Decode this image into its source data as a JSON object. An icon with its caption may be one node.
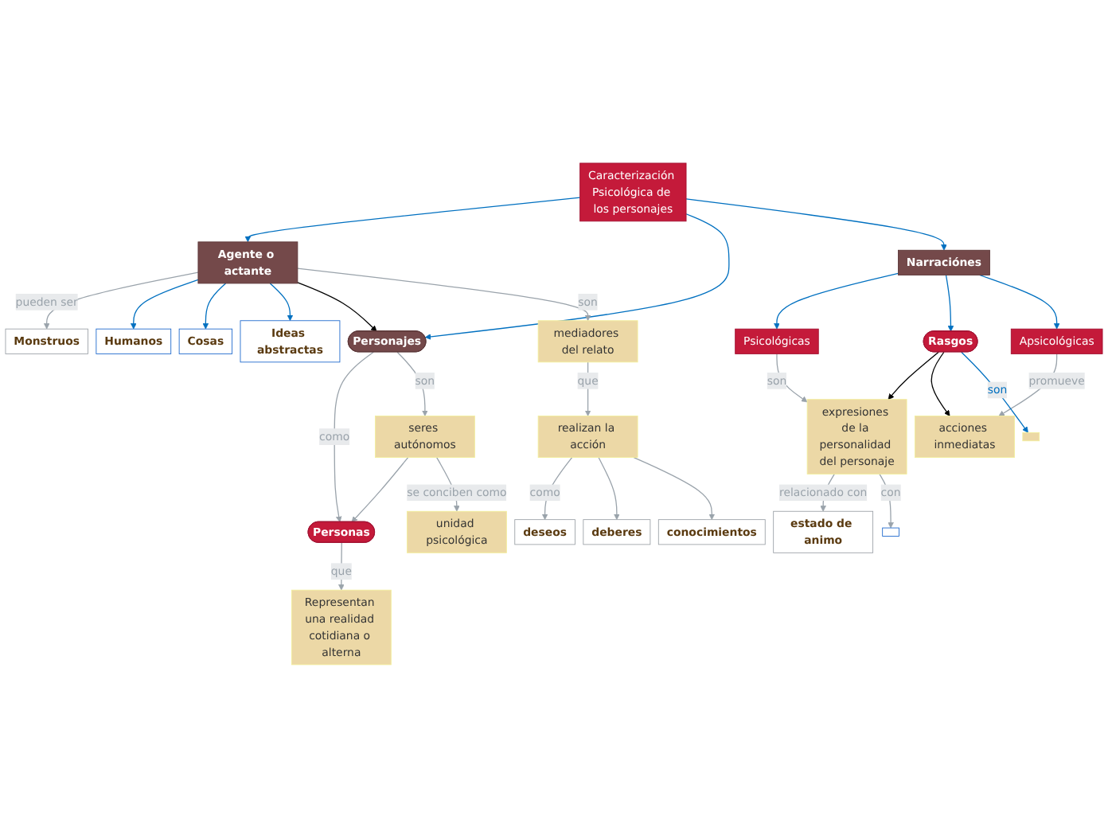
{
  "diagram": {
    "nodes": [
      {
        "text": [
          "Caracterización Psicológica de los personajes"
        ]
      },
      {
        "text": [
          "Monstruos"
        ]
      },
      {
        "text": [
          "Humanos"
        ]
      },
      {
        "text": [
          "Cosas"
        ]
      },
      {
        "text": [
          "Ideas abstractas"
        ]
      },
      {
        "text": [
          "Agente o actante"
        ]
      },
      {
        "text": [
          "Personajes"
        ]
      },
      {
        "text": [
          "Narraciónes"
        ]
      },
      {
        "text": [
          "mediadores del relato"
        ]
      },
      {
        "text": [
          "Personas"
        ]
      },
      {
        "text": [
          "seres autónomos"
        ]
      },
      {
        "text": [
          "Psicológicas"
        ]
      },
      {
        "text": [
          "Apsicológicas"
        ]
      },
      {
        "text": [
          "Rasgos"
        ]
      },
      {
        "text": [
          "Representan una realidad cotidiana o alterna"
        ]
      },
      {
        "text": [
          "unidad psicológica"
        ]
      },
      {
        "text": [
          "realizan la acción"
        ]
      },
      {
        "text": [
          "acciones inmediatas"
        ]
      },
      {
        "text": [
          "deseos"
        ]
      },
      {
        "text": [
          "deberes"
        ]
      },
      {
        "text": [
          "conocimientos"
        ]
      },
      {
        "text": [
          "expresiones de la personalidad del personaje"
        ]
      },
      {
        "text": [
          "estado de animo"
        ]
      },
      {
        "text": [],
        "shape": "box"
      },
      {
        "text": [],
        "shape": "box"
      }
    ],
    "edges": [
      {
        "from": 0,
        "to": 5,
        "arrow": "to",
        "color": "#0070c0"
      },
      {
        "from": 0,
        "to": 6,
        "arrow": "to",
        "color": "#0070c0"
      },
      {
        "from": 0,
        "to": 7,
        "arrow": "to",
        "color": "#0070c0"
      },
      {
        "from": 5,
        "to": 1,
        "arrow": "to",
        "label": "pueden ser"
      },
      {
        "from": 5,
        "to": 2,
        "arrow": "to",
        "color": "#0070c0"
      },
      {
        "from": 5,
        "to": 3,
        "arrow": "to",
        "color": "#0070c0"
      },
      {
        "from": 5,
        "to": 4,
        "arrow": "to",
        "color": "#0070c0"
      },
      {
        "from": 5,
        "to": 6,
        "arrow": "to",
        "color": "#000000"
      },
      {
        "from": 5,
        "to": 8,
        "arrow": "to",
        "label": "son"
      },
      {
        "from": 6,
        "to": 9,
        "arrow": "to",
        "label": "como"
      },
      {
        "from": 6,
        "to": 10,
        "arrow": "to",
        "label": "son"
      },
      {
        "from": 10,
        "to": 9,
        "arrow": "to"
      },
      {
        "from": 10,
        "to": 15,
        "arrow": "to",
        "label": "se conciben como"
      },
      {
        "from": 9,
        "to": 14,
        "arrow": "to",
        "label": "que"
      },
      {
        "from": 8,
        "to": 16,
        "arrow": "to",
        "label": "que"
      },
      {
        "from": 16,
        "to": 18,
        "arrow": "to",
        "label": "como"
      },
      {
        "from": 16,
        "to": 19,
        "arrow": "to"
      },
      {
        "from": 16,
        "to": 20,
        "arrow": "to"
      },
      {
        "from": 7,
        "to": 11,
        "arrow": "to",
        "color": "#0070c0"
      },
      {
        "from": 7,
        "to": 13,
        "arrow": "to",
        "color": "#0070c0"
      },
      {
        "from": 7,
        "to": 12,
        "arrow": "to",
        "color": "#0070c0"
      },
      {
        "from": 11,
        "to": 21,
        "arrow": "to",
        "label": "son"
      },
      {
        "from": 12,
        "to": 17,
        "arrow": "to",
        "label": "promueve"
      },
      {
        "from": 13,
        "to": 21,
        "arrow": "to",
        "color": "#000000"
      },
      {
        "from": 13,
        "to": 17,
        "arrow": "to",
        "color": "#000000"
      },
      {
        "from": 13,
        "to": 24,
        "arrow": "to",
        "label": "son",
        "color": "#0070c0"
      },
      {
        "from": 21,
        "to": 22,
        "arrow": "to",
        "label": "relacionado con"
      },
      {
        "from": 21,
        "to": 23,
        "arrow": "to",
        "label": "con"
      }
    ]
  }
}
